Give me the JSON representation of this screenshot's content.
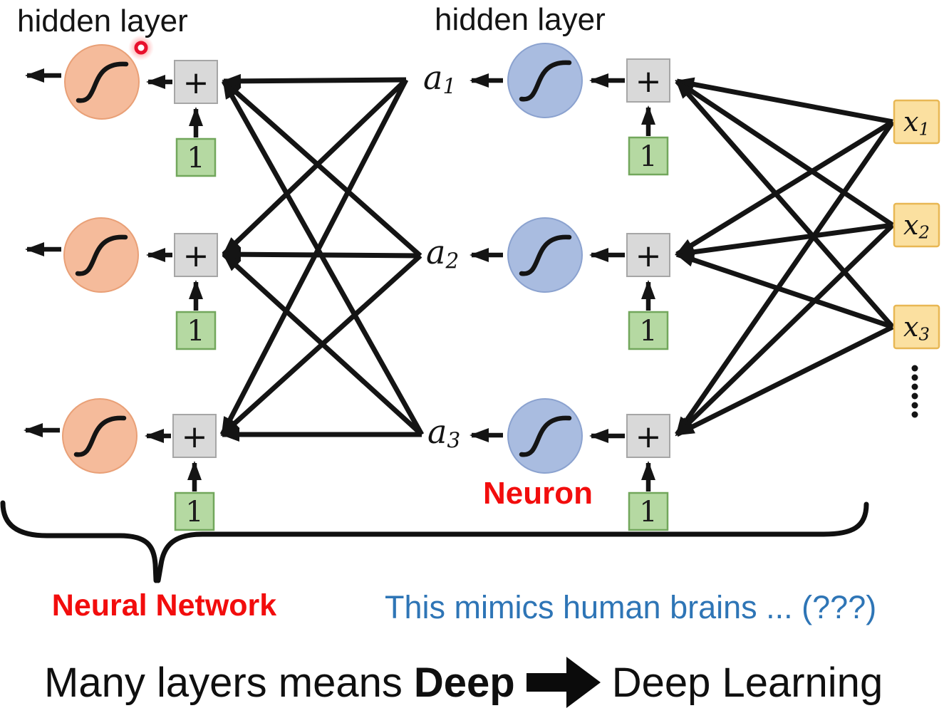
{
  "slide": {
    "hidden_layer_left": "hidden layer",
    "hidden_layer_right": "hidden layer",
    "neuron_label": "Neuron",
    "neural_network_label": "Neural Network",
    "mimics_text": "This mimics human brains ... (???)",
    "bottom": {
      "prefix": "Many layers means",
      "bold_word": "Deep",
      "suffix": "Deep Learning"
    }
  },
  "nodes": {
    "sum_symbol": "+",
    "bias_value": "1",
    "activations": [
      {
        "base": "a",
        "sub": "1"
      },
      {
        "base": "a",
        "sub": "2"
      },
      {
        "base": "a",
        "sub": "3"
      }
    ],
    "inputs": [
      {
        "base": "x",
        "sub": "1"
      },
      {
        "base": "x",
        "sub": "2"
      },
      {
        "base": "x",
        "sub": "3"
      }
    ]
  },
  "colors": {
    "neuron_left_fill": "#F5BB9B",
    "neuron_right_fill": "#A9BCE0",
    "sum_box_fill": "#D9D9D9",
    "bias_box_fill": "#B5D9A2",
    "input_box_fill": "#FBE0A0",
    "accent_red": "#F20D0D",
    "accent_blue": "#2E75B6",
    "laser_red": "#E8112D",
    "line_color": "#141414"
  }
}
